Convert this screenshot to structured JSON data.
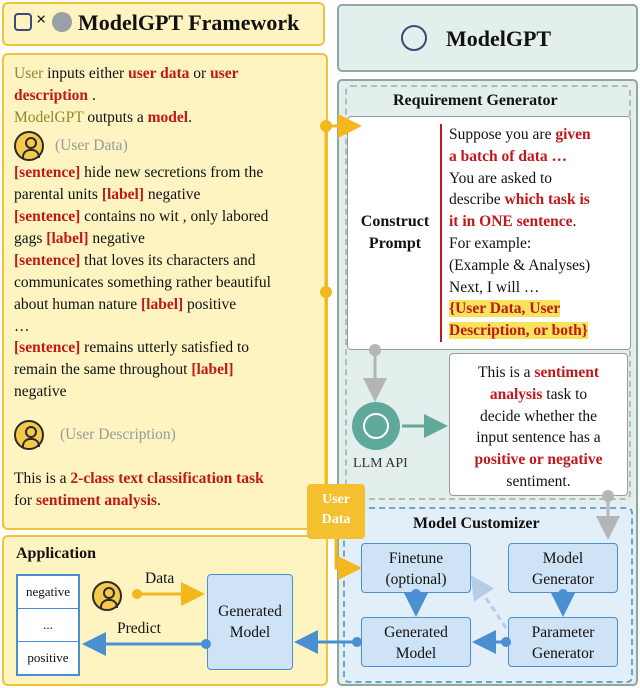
{
  "header": {
    "title": "ModelGPT Framework"
  },
  "user_panel": {
    "intro_1_a": "User",
    "intro_1_b": " inputs either ",
    "intro_1_c": "user data",
    "intro_1_d": " or ",
    "intro_1_e": "user",
    "intro_2_a": "description",
    "intro_2_b": " .",
    "intro_3_a": "ModelGPT",
    "intro_3_b": " outputs a ",
    "intro_3_c": "model",
    "intro_3_d": ".",
    "user_data_label": "(User Data)",
    "sentence_tag": "[sentence]",
    "label_tag": "[label]",
    "ex1_l1": " hide new secretions from the",
    "ex1_l2_a": "parental units ",
    "ex1_l2_b": " negative",
    "ex2_l1": " contains no wit , only labored",
    "ex2_l2_a": "gags ",
    "ex2_l2_b": " negative",
    "ex3_l1": " that loves its characters and",
    "ex3_l2": "communicates something rather beautiful",
    "ex3_l3_a": "about human nature ",
    "ex3_l3_b": " positive",
    "ellipsis": "…",
    "ex4_l1": " remains utterly satisfied to",
    "ex4_l2_a": "remain the same throughout ",
    "ex4_l3": "negative",
    "user_desc_label": "(User Description)",
    "desc_1_a": "This is a ",
    "desc_1_b": "2-class text classification task",
    "desc_2_a": "for ",
    "desc_2_b": "sentiment analysis",
    "desc_2_c": "."
  },
  "modelgpt": {
    "title": "ModelGPT",
    "requirement_generator": "Requirement Generator",
    "construct_prompt": "Construct Prompt",
    "prompt": {
      "l1_a": "Suppose you are ",
      "l1_b": "given",
      "l2": "a batch of data …",
      "l3": "You are asked to",
      "l4_a": "describe ",
      "l4_b": "which task is",
      "l5_a": "it in ONE sentence",
      "l5_b": ".",
      "l6": "For example:",
      "l7": "(Example & Analyses)",
      "l8": "Next, I will …",
      "l9": "{User Data, User",
      "l10": "Description, or both}"
    },
    "response": {
      "l1_a": "This is a ",
      "l1_b": "sentiment",
      "l2_a": "analysis",
      "l2_b": " task to",
      "l3": "decide whether the",
      "l4": "input sentence has a",
      "l5": "positive or negative",
      "l6": "sentiment."
    },
    "llm_api": "LLM API",
    "model_customizer": "Model Customizer",
    "finetune": "Finetune",
    "optional": "(optional)",
    "model_generator_1": "Model",
    "model_generator_2": "Generator",
    "generated_model_1": "Generated",
    "generated_model_2": "Model",
    "parameter_generator_1": "Parameter",
    "parameter_generator_2": "Generator"
  },
  "user_data_tag_1": "User",
  "user_data_tag_2": "Data",
  "application": {
    "title": "Application",
    "items": [
      "negative",
      "...",
      "positive"
    ],
    "data_label": "Data",
    "predict_label": "Predict",
    "generated_model_1": "Generated",
    "generated_model_2": "Model"
  },
  "colors": {
    "yellow_panel": "#fdf4c2",
    "yellow_border": "#f2c23a",
    "teal_panel": "#e3efec",
    "blue_panel": "#e2eef8",
    "blue_box": "#cfe3f6",
    "blue_arrow": "#4a8fd2",
    "orange_arrow": "#f5b81c",
    "red_text": "#c0181b"
  }
}
